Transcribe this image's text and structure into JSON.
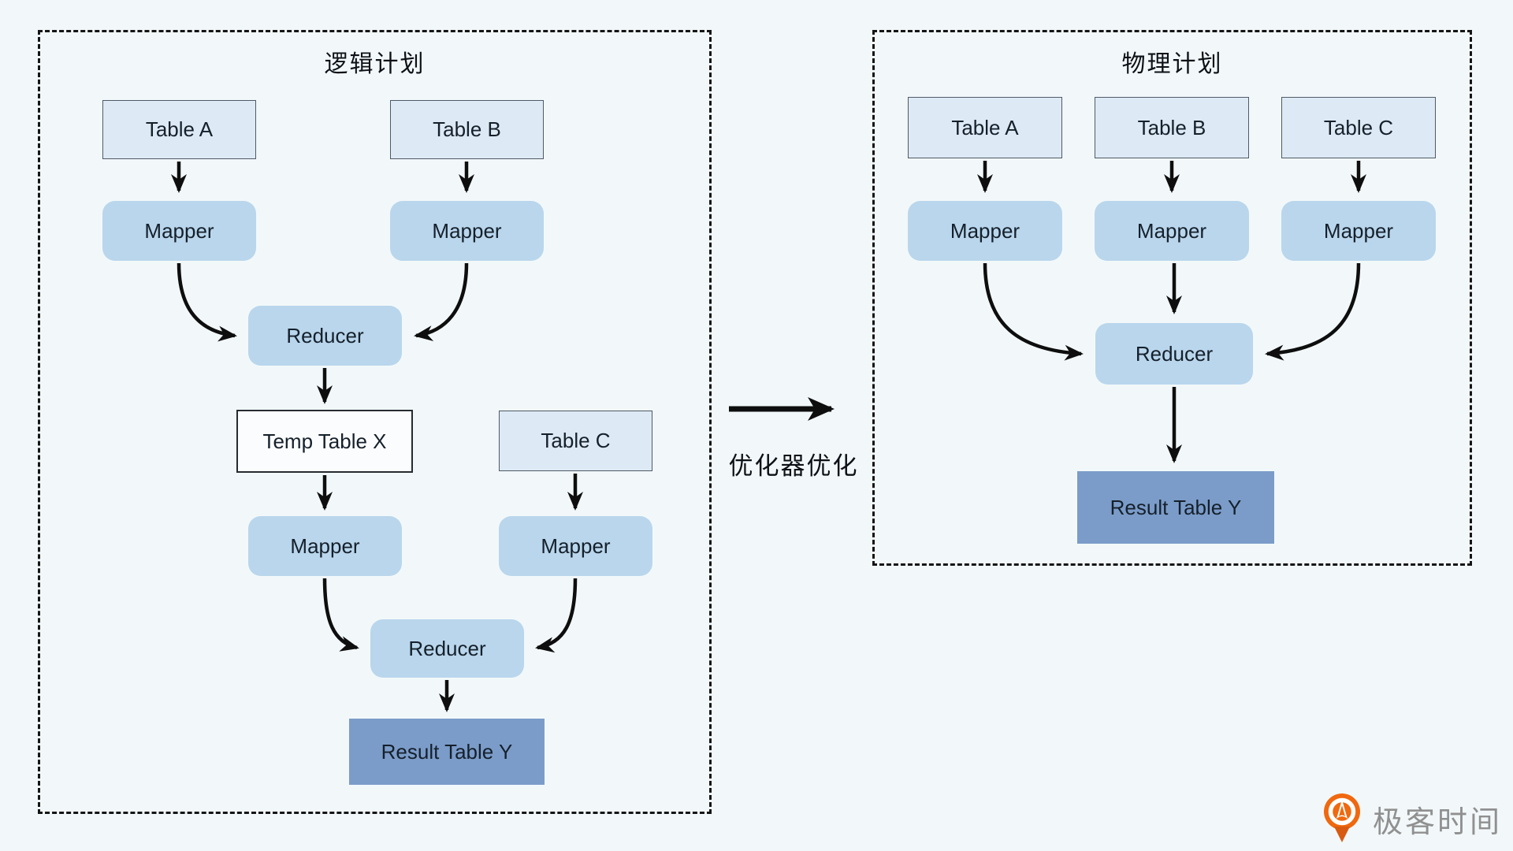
{
  "diagram": {
    "logical_plan": {
      "title": "逻辑计划",
      "nodes": {
        "table_a": "Table A",
        "table_b": "Table B",
        "mapper_a": "Mapper",
        "mapper_b": "Mapper",
        "join_reducer": "Reducer",
        "temp_table_x": "Temp Table X",
        "table_c": "Table C",
        "mapper_x": "Mapper",
        "mapper_c": "Mapper",
        "final_reducer": "Reducer",
        "result_table_y": "Result Table Y"
      }
    },
    "physical_plan": {
      "title": "物理计划",
      "nodes": {
        "table_a": "Table A",
        "table_b": "Table B",
        "table_c": "Table C",
        "mapper_a": "Mapper",
        "mapper_b": "Mapper",
        "mapper_c": "Mapper",
        "reducer": "Reducer",
        "result_table_y": "Result Table Y"
      }
    },
    "transform_arrow_label": "优化器优化"
  },
  "branding": {
    "logo_text": "极客时间"
  },
  "colors": {
    "background": "#f2f8fa",
    "table_fill": "#dde9f4",
    "table_border": "#4e5a66",
    "process_fill": "#b9d6ec",
    "temp_fill": "#fbfcfd",
    "result_fill": "#7b9cc9",
    "arrow": "#0e0e0e",
    "panel_border": "#151515",
    "node_text": "#15202b",
    "logo_orange": "#f0680f",
    "logo_text_gray": "#909090"
  }
}
